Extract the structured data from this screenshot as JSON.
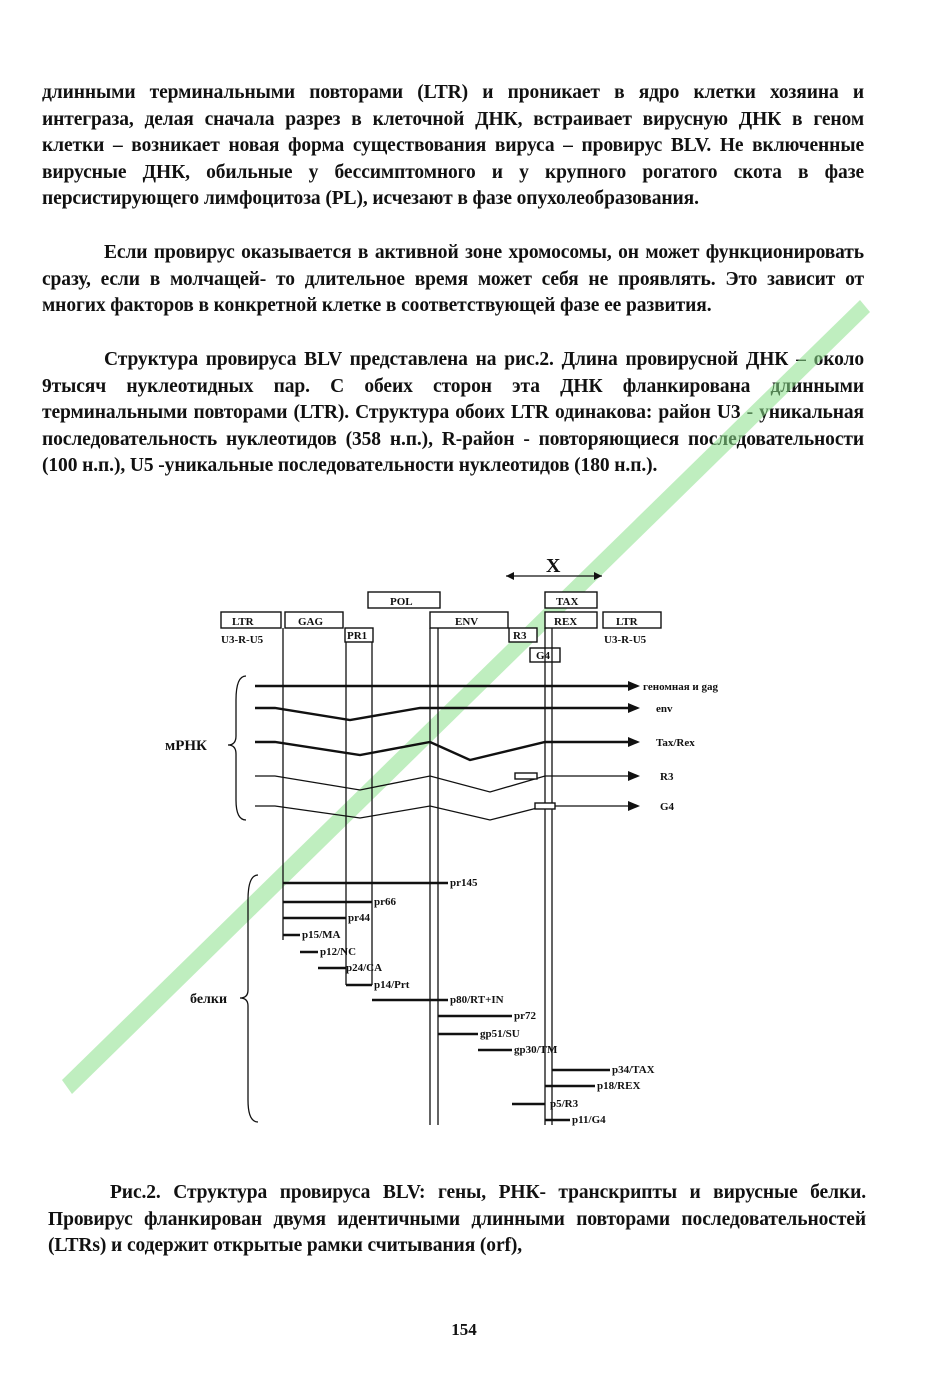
{
  "paragraphs": {
    "p1": "длинными терминальными повторами (LTR) и проникает в ядро клетки хозяина и интеграза, делая сначала разрез в клеточной ДНК, встраивает вирусную ДНК в геном клетки – возникает новая форма существования вируса – провирус BLV. Не включенные вирусные ДНК, обильные у бессимптомного и у крупного рогатого скота в фазе персистирующего лимфоцитоза (PL), исчезают в фазе опухолеобразования.",
    "p2": "Если провирус оказывается в активной зоне хромосомы, он может функционировать сразу, если в молчащей- то длительное время может себя не проявлять. Это зависит от многих факторов в конкретной клетке в соответствующей фазе ее развития.",
    "p3": "Структура провируса BLV представлена на рис.2. Длина провирусной ДНК – около 9тысяч нуклеотидных пар. С обеих сторон эта ДНК фланкирована длинными терминальными повторами (LTR). Структура обоих LTR одинакова: район U3 - уникальная последовательность нуклеотидов (358 н.п.), R-район - повторяющиеся последовательности (100 н.п.), U5 -уникальные последовательности нуклеотидов (180 н.п.)."
  },
  "figure": {
    "genes": {
      "ltr_left": "LTR",
      "gag": "GAG",
      "pol": "POL",
      "env": "ENV",
      "x": "X",
      "tax": "TAX",
      "rex": "REX",
      "ltr_right": "LTR",
      "pr1": "PR1",
      "r3": "R3",
      "g4": "G4",
      "u3ru5_left": "U3-R-U5",
      "u3ru5_right": "U3-R-U5"
    },
    "mrna_label": "мРНК",
    "proteins_label": "белки",
    "transcripts": [
      "геномная и gag",
      "env",
      "Tax/Rex",
      "R3",
      "G4"
    ],
    "proteins": [
      "pr145",
      "pr66",
      "pr44",
      "p15/MA",
      "p12/NC",
      "p24/CA",
      "p14/Prt",
      "p80/RT+IN",
      "pr72",
      "gp51/SU",
      "gp30/TM",
      "p34/TAX",
      "p18/REX",
      "p5/R3",
      "p11/G4"
    ]
  },
  "caption": "Рис.2. Структура провируса BLV: гены, РНК- транскрипты и вирусные белки. Провирус фланкирован двумя идентичными длинными повторами последовательностей (LTRs) и содержит открытые рамки считывания (orf),",
  "page_number": "154",
  "watermark_color": "#7fd97f"
}
